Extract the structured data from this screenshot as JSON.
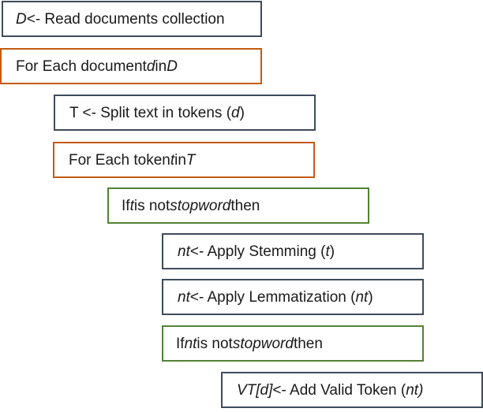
{
  "colors": {
    "navy": "#3f4a5c",
    "orange": "#c55a11",
    "green": "#548235"
  },
  "steps": [
    {
      "border": "navy",
      "parts": [
        {
          "t": "D",
          "i": true
        },
        {
          "t": " <- Read documents collection",
          "i": false
        }
      ]
    },
    {
      "border": "orange",
      "parts": [
        {
          "t": "For Each document ",
          "i": false
        },
        {
          "t": "d",
          "i": true
        },
        {
          "t": " in ",
          "i": false
        },
        {
          "t": "D",
          "i": true
        }
      ]
    },
    {
      "border": "navy",
      "parts": [
        {
          "t": "T <- Split text in tokens (",
          "i": false
        },
        {
          "t": "d",
          "i": true
        },
        {
          "t": ")",
          "i": false
        }
      ]
    },
    {
      "border": "orange",
      "parts": [
        {
          "t": "For Each token ",
          "i": false
        },
        {
          "t": "t",
          "i": true
        },
        {
          "t": " in ",
          "i": false
        },
        {
          "t": "T",
          "i": true
        }
      ]
    },
    {
      "border": "green",
      "parts": [
        {
          "t": "If ",
          "i": false
        },
        {
          "t": "t",
          "i": true
        },
        {
          "t": " is not ",
          "i": false
        },
        {
          "t": "stopword",
          "i": true
        },
        {
          "t": " then",
          "i": false
        }
      ]
    },
    {
      "border": "navy",
      "parts": [
        {
          "t": "nt",
          "i": true
        },
        {
          "t": " <- Apply Stemming (",
          "i": false
        },
        {
          "t": "t",
          "i": true
        },
        {
          "t": ")",
          "i": false
        }
      ]
    },
    {
      "border": "navy",
      "parts": [
        {
          "t": "nt",
          "i": true
        },
        {
          "t": " <- Apply Lemmatization (",
          "i": false
        },
        {
          "t": "nt",
          "i": true
        },
        {
          "t": ")",
          "i": false
        }
      ]
    },
    {
      "border": "green",
      "parts": [
        {
          "t": "If ",
          "i": false
        },
        {
          "t": "nt",
          "i": true
        },
        {
          "t": " is not ",
          "i": false
        },
        {
          "t": "stopword",
          "i": true
        },
        {
          "t": " then",
          "i": false
        }
      ]
    },
    {
      "border": "navy",
      "parts": [
        {
          "t": "VT[d]",
          "i": true
        },
        {
          "t": " <- Add Valid Token (",
          "i": false
        },
        {
          "t": "nt)",
          "i": true
        }
      ]
    }
  ]
}
